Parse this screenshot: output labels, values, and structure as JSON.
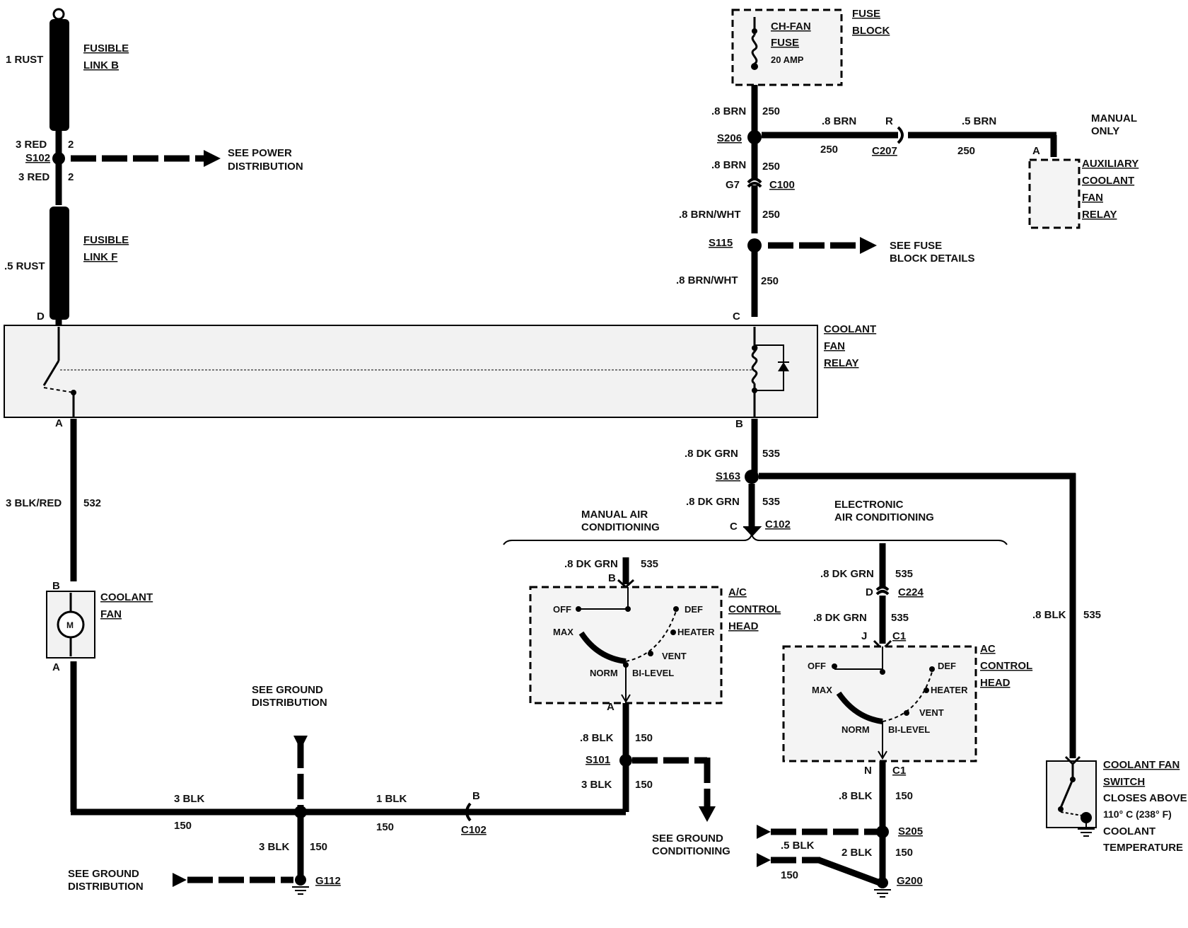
{
  "fusible_links": {
    "link_b": [
      "FUSIBLE",
      "LINK B"
    ],
    "link_f": [
      "FUSIBLE",
      "LINK F"
    ],
    "wire_rust_1": "1 RUST",
    "wire_red_top": "3 RED",
    "splice_s102": "S102",
    "wire_red_bottom": "3 RED",
    "pin_2": "2",
    "wire_rust_5": ".5 RUST",
    "see_power": [
      "SEE POWER",
      "DISTRIBUTION"
    ]
  },
  "fuse_block": {
    "label": [
      "FUSE",
      "BLOCK"
    ],
    "fuse_name": [
      "CH-FAN",
      "FUSE"
    ],
    "fuse_amp": "20 AMP"
  },
  "relay_feed": {
    "wire_brn_8": ".8 BRN",
    "circuit_250": "250",
    "splice_s206": "S206",
    "connector_g7": "G7",
    "connector_c100": "C100",
    "wire_brn_wht": ".8 BRN/WHT",
    "splice_s115": "S115",
    "see_fuse_block": [
      "SEE FUSE",
      "BLOCK DETAILS"
    ],
    "connector_r": "R",
    "connector_c207": "C207",
    "wire_brn_5": ".5 BRN",
    "manual_only": [
      "MANUAL",
      "ONLY"
    ],
    "pin_a": "A",
    "aux_relay": [
      "AUXILIARY",
      "COOLANT",
      "FAN",
      "RELAY"
    ]
  },
  "coolant_fan_relay": {
    "label": [
      "COOLANT",
      "FAN",
      "RELAY"
    ],
    "pin_d": "D",
    "pin_c": "C",
    "pin_a": "A",
    "pin_b": "B"
  },
  "fan_circuit": {
    "wire_blk_red": "3 BLK/RED",
    "circuit_532": "532",
    "pin_b": "B",
    "pin_a": "A",
    "fan_label": [
      "COOLANT",
      "FAN"
    ],
    "motor": "M",
    "wire_3blk": "3 BLK",
    "wire_1blk": "1 BLK",
    "circuit_150": "150",
    "pin_b_c102": "B",
    "connector_c102": "C102",
    "see_ground_top": [
      "SEE GROUND",
      "DISTRIBUTION"
    ],
    "see_ground_left": [
      "SEE GROUND",
      "DISTRIBUTION"
    ],
    "ground_g112": "G112"
  },
  "control_circuit": {
    "wire_dkgrn": ".8 DK GRN",
    "circuit_535": "535",
    "splice_s163": "S163",
    "pin_c": "C",
    "connector_c102": "C102",
    "manual_ac": [
      "MANUAL AIR",
      "CONDITIONING"
    ],
    "electronic_ac": [
      "ELECTRONIC",
      "AIR CONDITIONING"
    ],
    "pin_b": "B",
    "pin_d": "D",
    "connector_c224": "C224",
    "pin_j": "J",
    "connector_c1": "C1",
    "pin_n": "N",
    "wire_8blk": ".8 BLK",
    "wire_3blk": "3 BLK",
    "splice_s101": "S101",
    "pin_a": "A",
    "see_ground_cond": [
      "SEE GROUND",
      "CONDITIONING"
    ],
    "splice_s205": "S205",
    "wire_5blk": ".5 BLK",
    "wire_2blk": "2 BLK",
    "ground_g200": "G200"
  },
  "ac_heads": {
    "manual_label": [
      "A/C",
      "CONTROL",
      "HEAD"
    ],
    "electronic_label": [
      "AC",
      "CONTROL",
      "HEAD"
    ],
    "off": "OFF",
    "def": "DEF",
    "max": "MAX",
    "heater": "HEATER",
    "vent": "VENT",
    "norm": "NORM",
    "bilevel": "BI-LEVEL"
  },
  "fan_switch": {
    "label": [
      "COOLANT FAN",
      "SWITCH",
      "CLOSES ABOVE",
      "110° C (238° F)",
      "COOLANT",
      "TEMPERATURE"
    ]
  }
}
